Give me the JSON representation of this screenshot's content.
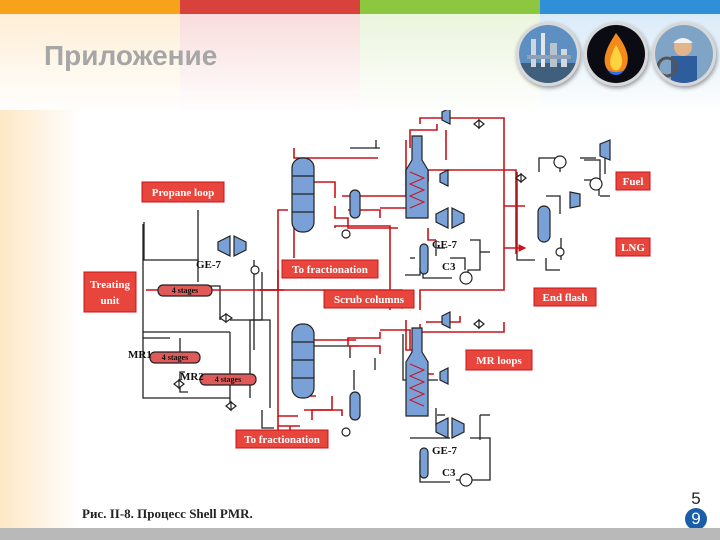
{
  "slide": {
    "title": "Приложение",
    "page_number": [
      "5",
      "9"
    ],
    "header_colors": [
      "#f7a21b",
      "#d9423c",
      "#8dc63f",
      "#2f8fd8"
    ]
  },
  "figure": {
    "caption": "Рис. II-8. Процесс Shell PMR.",
    "labels": {
      "propane_loop": "Propane loop",
      "treating_unit_1": "Treating",
      "treating_unit_2": "unit",
      "to_fractionation_top": "To fractionation",
      "to_fractionation_bottom": "To fractionation",
      "scrub_columns": "Scrub columns",
      "end_flash": "End flash",
      "mr_loops": "MR loops",
      "fuel": "Fuel",
      "lng": "LNG",
      "ge7_propane": "GE-7",
      "ge7_top": "GE-7",
      "ge7_bottom": "GE-7",
      "c3_top": "C3",
      "c3_bottom": "C3",
      "mr1": "MR1",
      "mr2": "MR2",
      "stages_propane": "4 stages",
      "stages_mr1": "4 stages",
      "stages_mr2": "4 stages"
    }
  }
}
